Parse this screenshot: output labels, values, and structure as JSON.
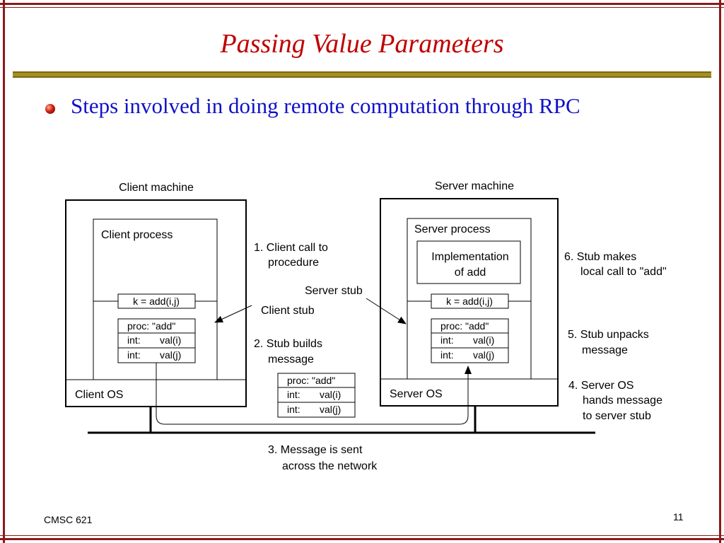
{
  "slide": {
    "title": "Passing Value Parameters",
    "bullet": "Steps involved in doing remote computation through RPC",
    "footer_left": "CMSC 621",
    "page_number": "11"
  },
  "colors": {
    "title": "#c00000",
    "bullet_text": "#1010c8",
    "frame": "#8b1a1a",
    "rule": "#a59020"
  },
  "diagram": {
    "client_machine_label": "Client machine",
    "server_machine_label": "Server machine",
    "client_process_label": "Client process",
    "server_process_label": "Server process",
    "implementation_line1": "Implementation",
    "implementation_line2": "of add",
    "client_call": "k = add(i,j)",
    "server_call": "k = add(i,j)",
    "message": {
      "proc": "proc: \"add\"",
      "int_label": "int:",
      "val_i": "val(i)",
      "val_j": "val(j)"
    },
    "client_os_label": "Client OS",
    "server_os_label": "Server OS",
    "client_stub_label": "Client stub",
    "server_stub_label": "Server stub",
    "steps": {
      "s1_line1": "1. Client call to",
      "s1_line2": "procedure",
      "s2_line1": "2. Stub builds",
      "s2_line2": "message",
      "s3_line1": "3. Message is sent",
      "s3_line2": "across the network",
      "s4_line1": "4. Server OS",
      "s4_line2": "hands message",
      "s4_line3": "to server stub",
      "s5_line1": "5. Stub unpacks",
      "s5_line2": "message",
      "s6_line1": "6. Stub makes",
      "s6_line2": "local call to \"add\""
    }
  }
}
